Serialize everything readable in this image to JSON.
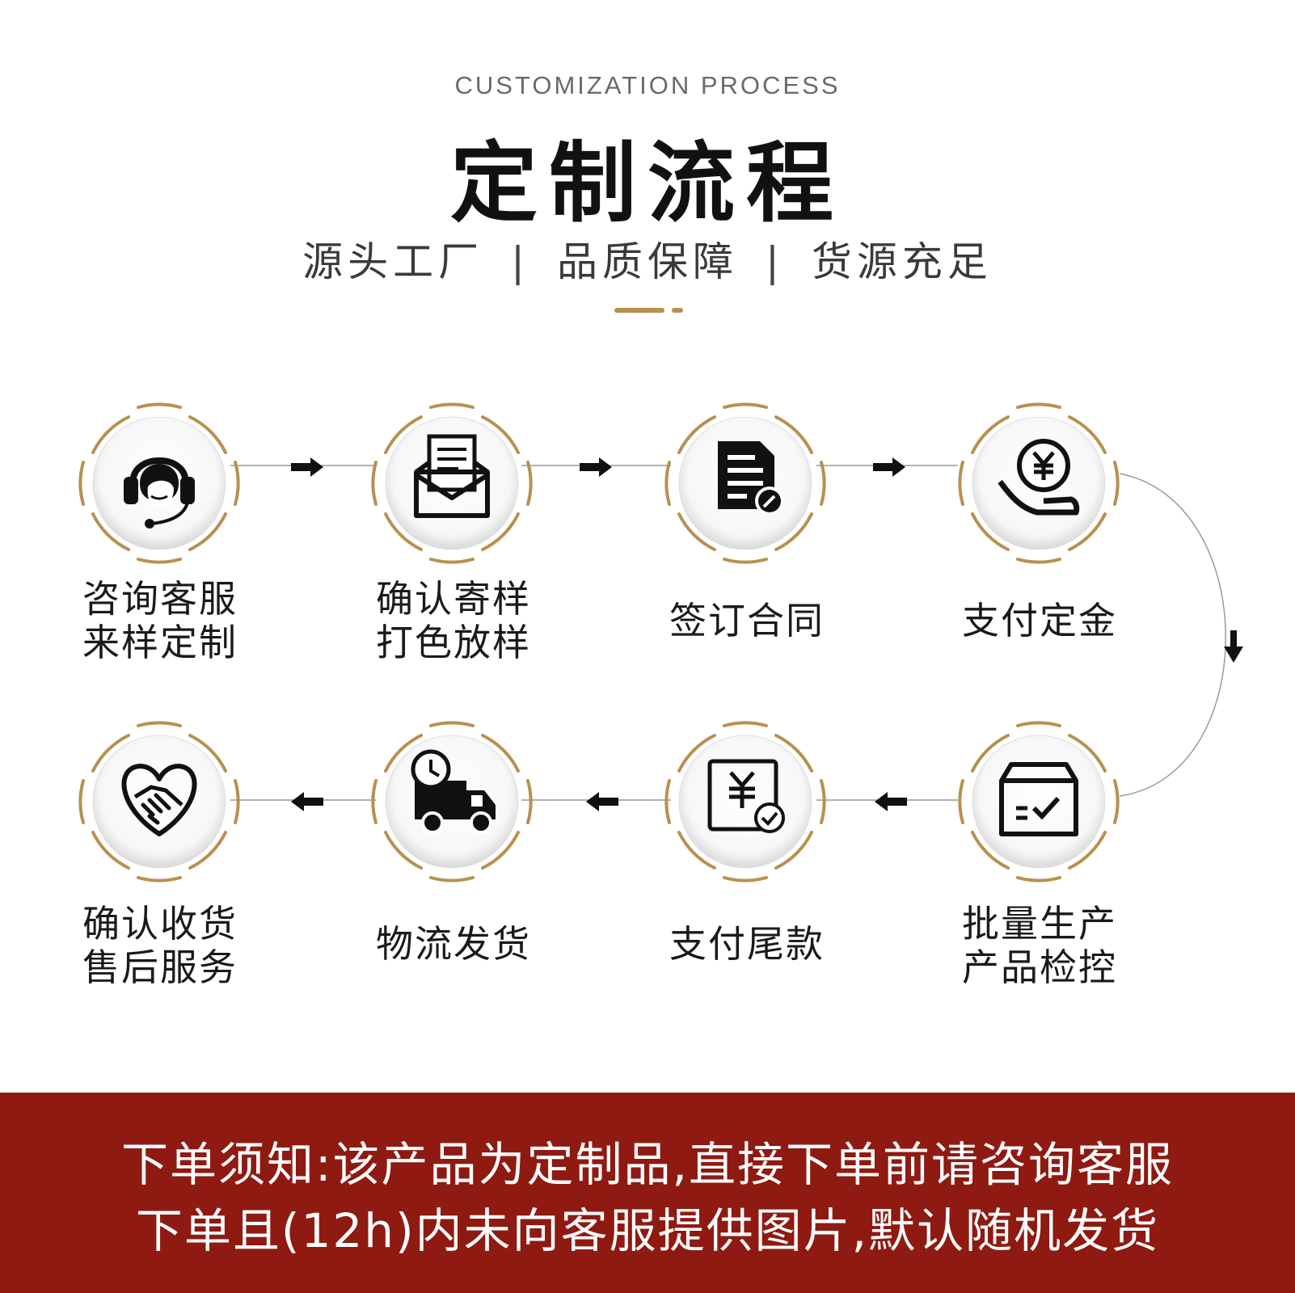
{
  "header": {
    "subtitle_en": "CUSTOMIZATION PROCESS",
    "title": "定制流程",
    "tagline": [
      "源头工厂",
      "品质保障",
      "货源充足"
    ],
    "tagline_separator": "|"
  },
  "steps": [
    {
      "icon": "customer-service-headset-icon",
      "lines": [
        "咨询客服",
        "来样定制"
      ]
    },
    {
      "icon": "envelope-letter-icon",
      "lines": [
        "确认寄样",
        "打色放样"
      ]
    },
    {
      "icon": "contract-document-icon",
      "lines": [
        "签订合同"
      ]
    },
    {
      "icon": "yen-coin-hand-icon",
      "lines": [
        "支付定金"
      ]
    },
    {
      "icon": "box-checked-icon",
      "lines": [
        "批量生产",
        "产品检控"
      ]
    },
    {
      "icon": "yen-bill-check-icon",
      "lines": [
        "支付尾款"
      ]
    },
    {
      "icon": "delivery-truck-clock-icon",
      "lines": [
        "物流发货"
      ]
    },
    {
      "icon": "heart-handshake-icon",
      "lines": [
        "确认收货",
        "售后服务"
      ]
    }
  ],
  "notice": {
    "line1": "下单须知:该产品为定制品,直接下单前请咨询客服",
    "line2": "下单且(12h)内未向客服提供图片,默认随机发货"
  },
  "colors": {
    "accent_gold": "#b8904f",
    "notice_bg": "#8e1a12",
    "icon_black": "#111111"
  }
}
